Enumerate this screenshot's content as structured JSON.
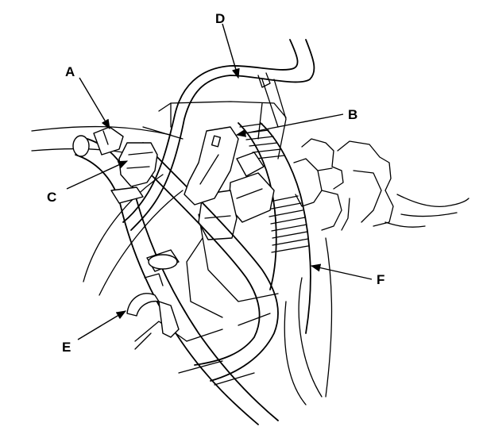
{
  "callouts": [
    {
      "id": "A",
      "label": "A"
    },
    {
      "id": "B",
      "label": "B"
    },
    {
      "id": "C",
      "label": "C"
    },
    {
      "id": "D",
      "label": "D"
    },
    {
      "id": "E",
      "label": "E"
    },
    {
      "id": "F",
      "label": "F"
    }
  ]
}
